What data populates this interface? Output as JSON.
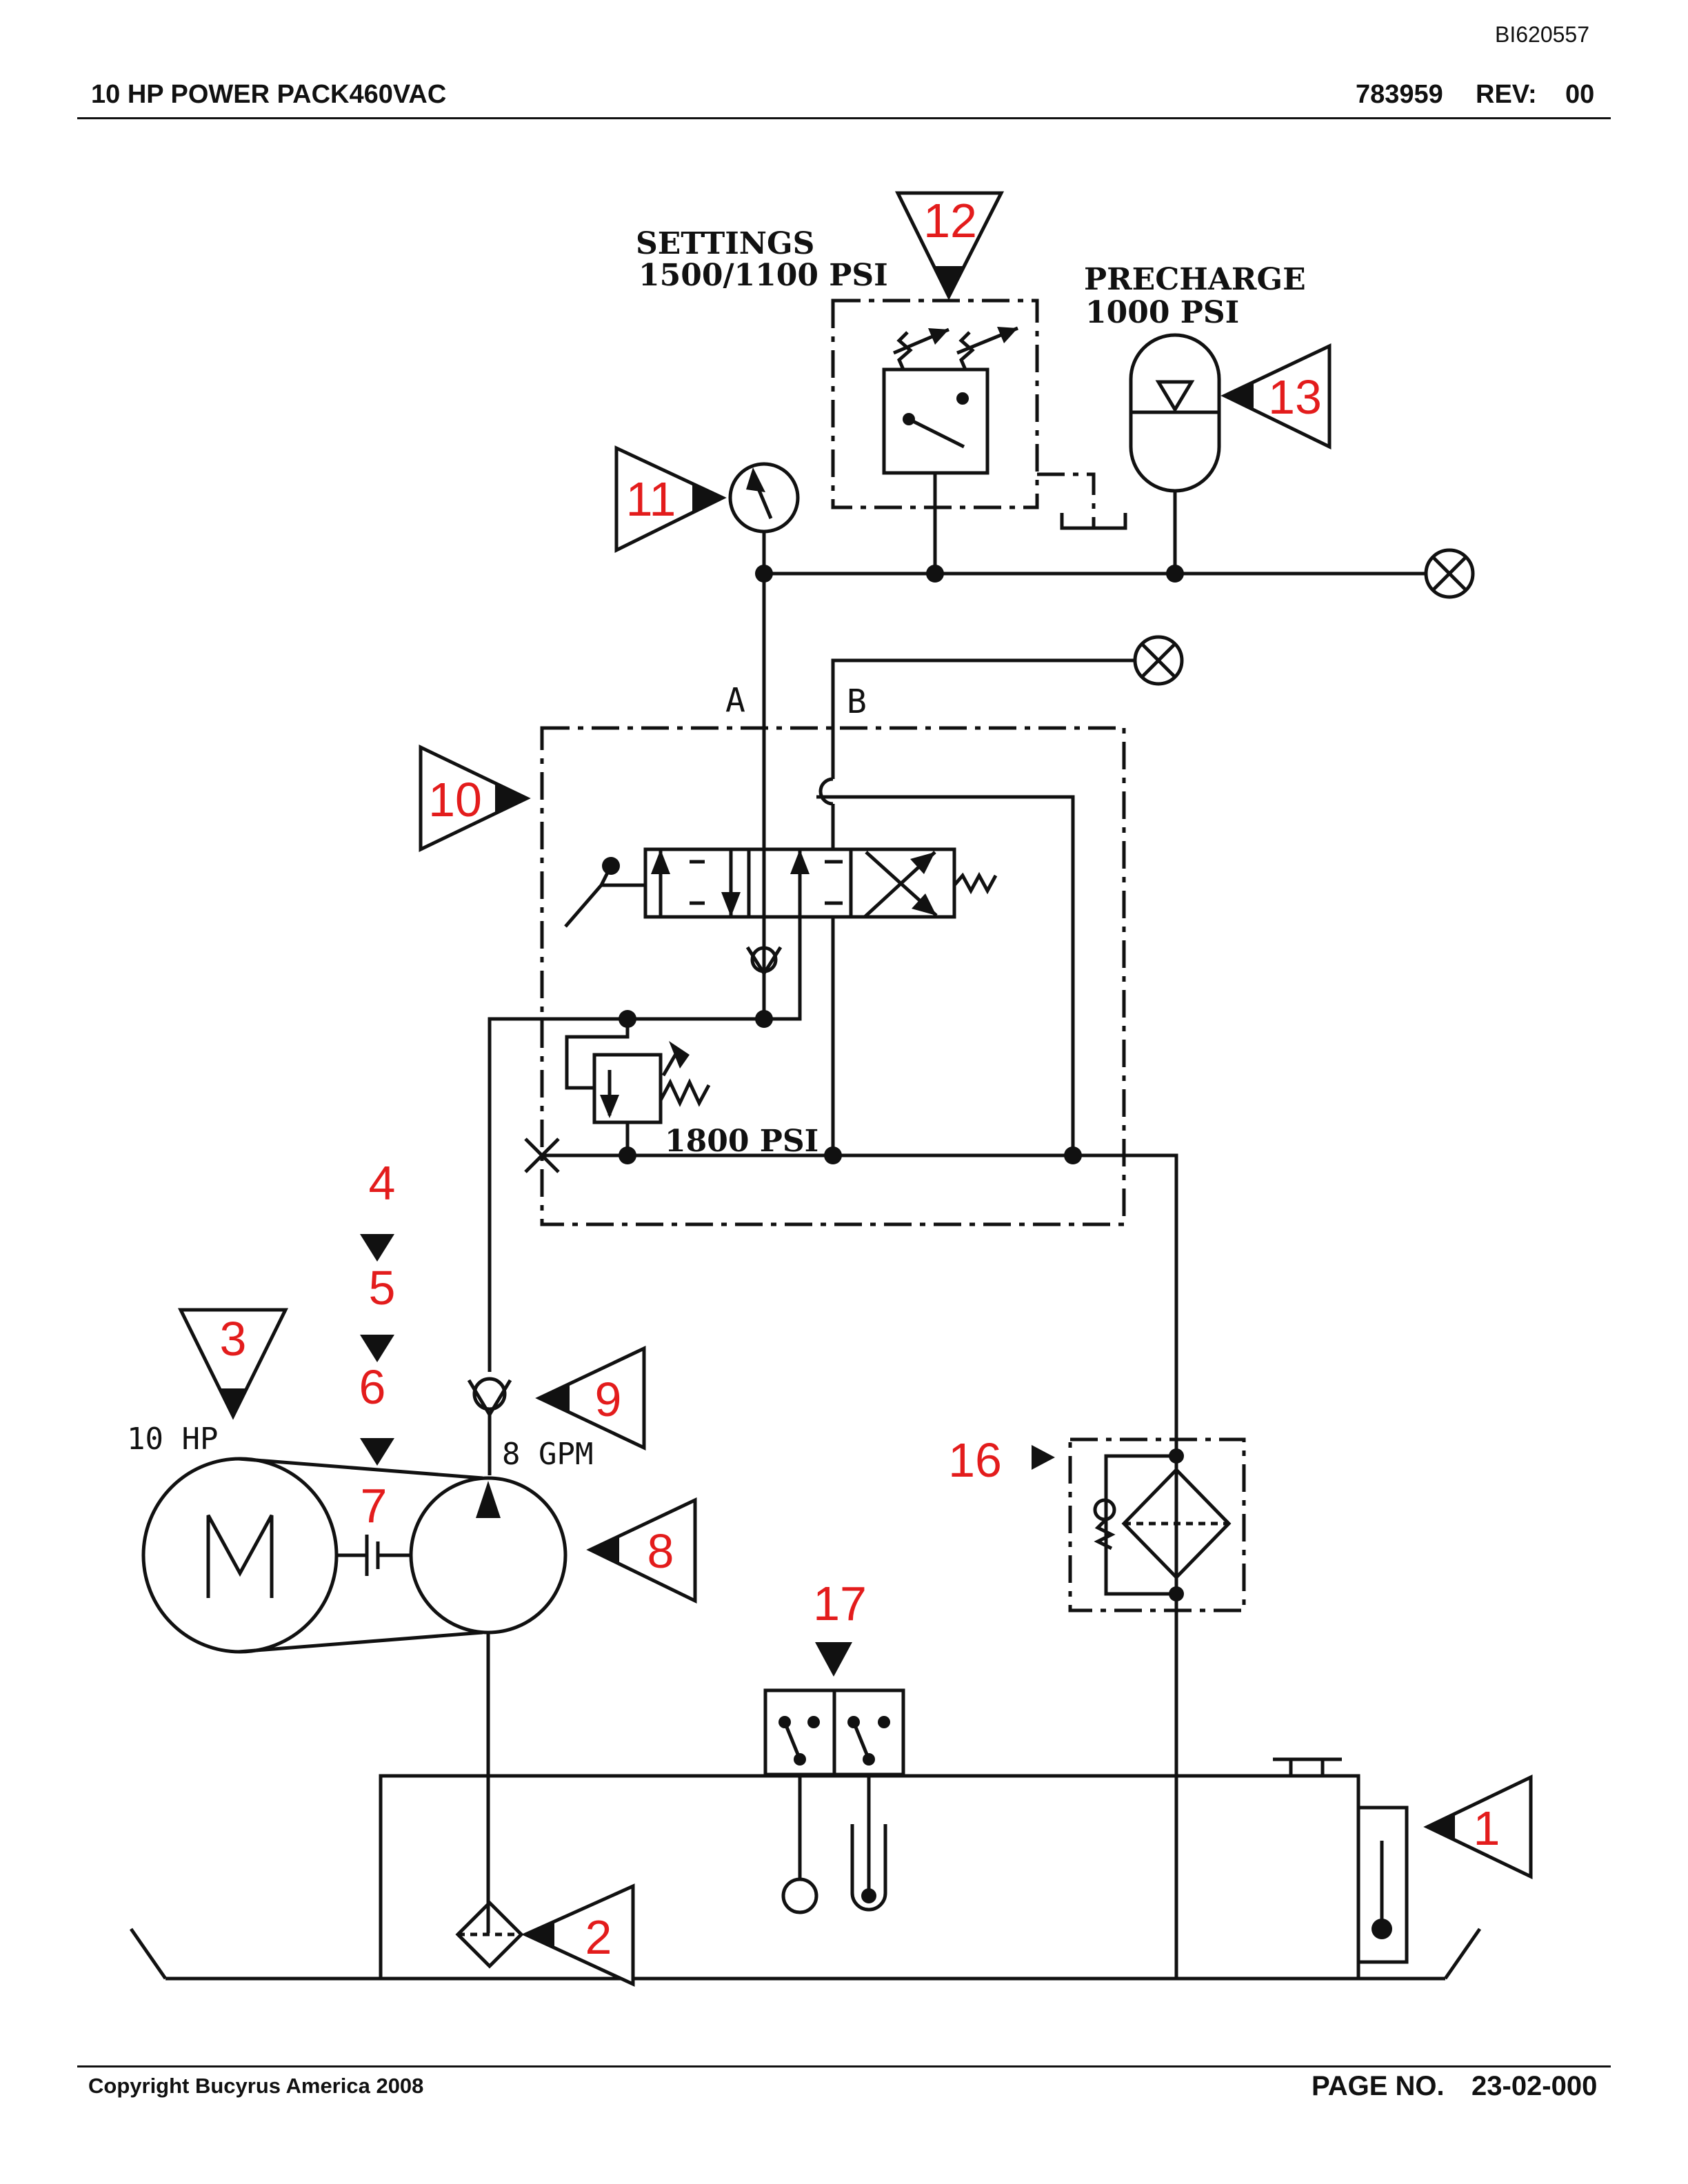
{
  "header": {
    "doc_id": "BI620557",
    "title": "10 HP POWER PACK460VAC",
    "part_number": "783959",
    "rev_label": "REV:",
    "rev_value": "00"
  },
  "footer": {
    "copyright": "Copyright Bucyrus America 2008",
    "page_label": "PAGE NO.",
    "page_value": "23-02-000"
  },
  "diagram": {
    "labels": {
      "settings_line1": "SETTINGS",
      "settings_line2": "1500/1100  PSI",
      "precharge_line1": "PRECHARGE",
      "precharge_line2": "1000  PSI",
      "port_a": "A",
      "port_b": "B",
      "relief_setting": "1800  PSI",
      "motor_hp": "10  HP",
      "pump_flow": "8  GPM",
      "motor_symbol": "M"
    },
    "callouts": [
      "1",
      "2",
      "3",
      "4",
      "5",
      "6",
      "7",
      "8",
      "9",
      "10",
      "11",
      "12",
      "13",
      "16",
      "17"
    ]
  }
}
